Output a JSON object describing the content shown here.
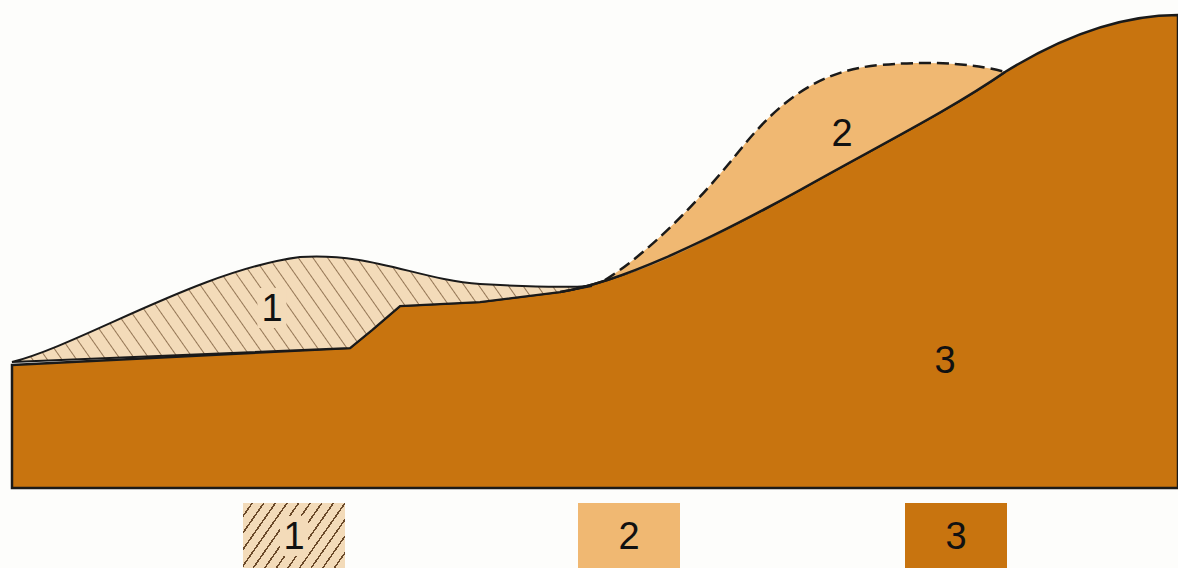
{
  "diagram": {
    "labels": [
      "1",
      "2",
      "3"
    ],
    "legend": [
      {
        "text": "1"
      },
      {
        "text": "2",
        "color": "#f0b872"
      },
      {
        "text": "3",
        "color": "#c8740f"
      }
    ]
  }
}
